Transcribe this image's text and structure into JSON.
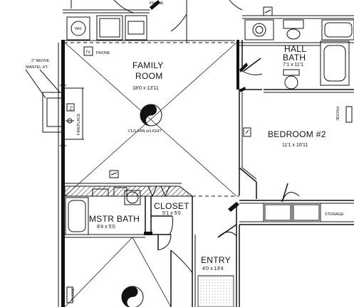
{
  "rooms": {
    "family": {
      "name_line1": "FAMILY",
      "name_line2": "ROOM",
      "dims": "18'0 x 13'11"
    },
    "hall_bath": {
      "name_line1": "HALL",
      "name_line2": "BATH",
      "dims": "7'1 x 11'1"
    },
    "bedroom2": {
      "name": "BEDROOM #2",
      "dims": "11'1 x 10'11"
    },
    "mstr_bath": {
      "name": "MSTR BATH",
      "dims": "8'4 x 5'0"
    },
    "closet": {
      "name": "CLOSET",
      "dims": "5'1 x 5'0"
    },
    "entry": {
      "name": "ENTRY",
      "dims": "4'0 x 13'4"
    }
  },
  "notes": {
    "mantel_line1": "2\" ABOVE",
    "mantel_line2": "MANTEL HT.",
    "fireplace": "FIREPLACE",
    "fan": "CLG.FAN  w/LIGHT",
    "phone": "PHONE",
    "tv": "TV",
    "wh": "WH",
    "storage": "STORAGE"
  }
}
